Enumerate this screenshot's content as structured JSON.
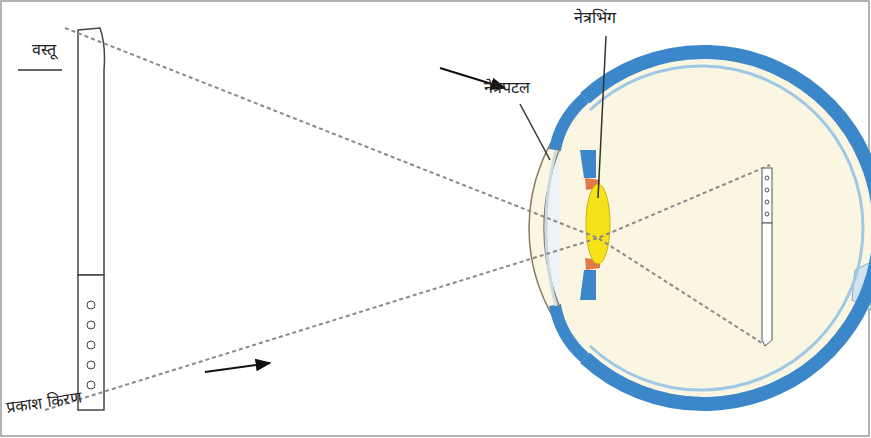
{
  "diagram": {
    "labels": [
      "नेत्रभिंग",
      "नेत्रपटल",
      "वस्तू",
      "प्रकाश किरण"
    ]
  }
}
